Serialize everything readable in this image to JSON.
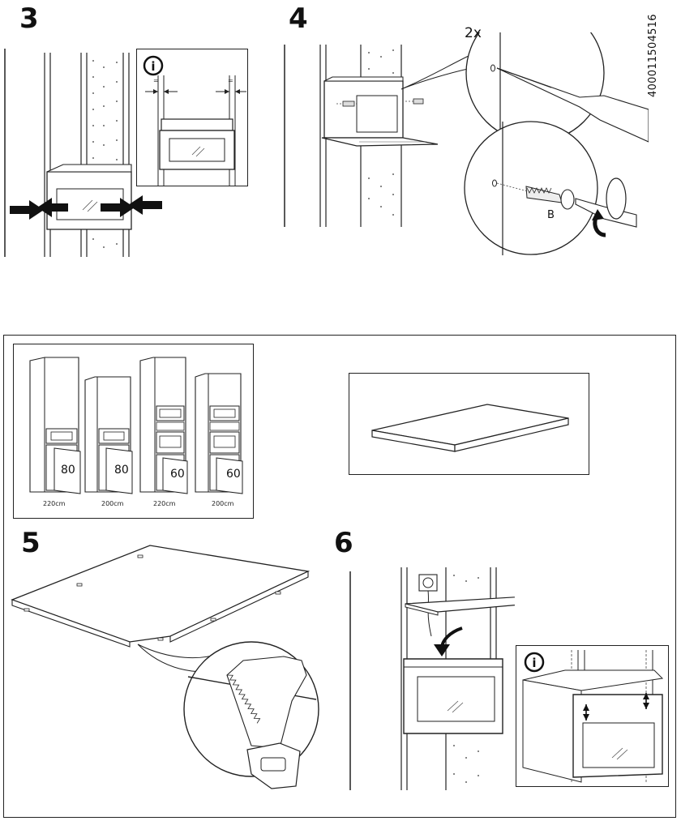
{
  "document": {
    "id": "400011504516"
  },
  "steps": [
    {
      "number": "3"
    },
    {
      "number": "4",
      "callout_count": "2x",
      "part_label": "B"
    },
    {
      "number": "5"
    },
    {
      "number": "6"
    }
  ],
  "info_icon": "i",
  "measurement_symbol": "=",
  "cabinet_variants": [
    {
      "height": "220cm",
      "width_badge": "80"
    },
    {
      "height": "200cm",
      "width_badge": "80"
    },
    {
      "height": "220cm",
      "width_badge": "60"
    },
    {
      "height": "200cm",
      "width_badge": "60"
    }
  ],
  "icons": [
    "info-icon",
    "arrow-icon",
    "screwdriver-icon",
    "screw-icon",
    "saw-icon",
    "power-socket-icon"
  ]
}
